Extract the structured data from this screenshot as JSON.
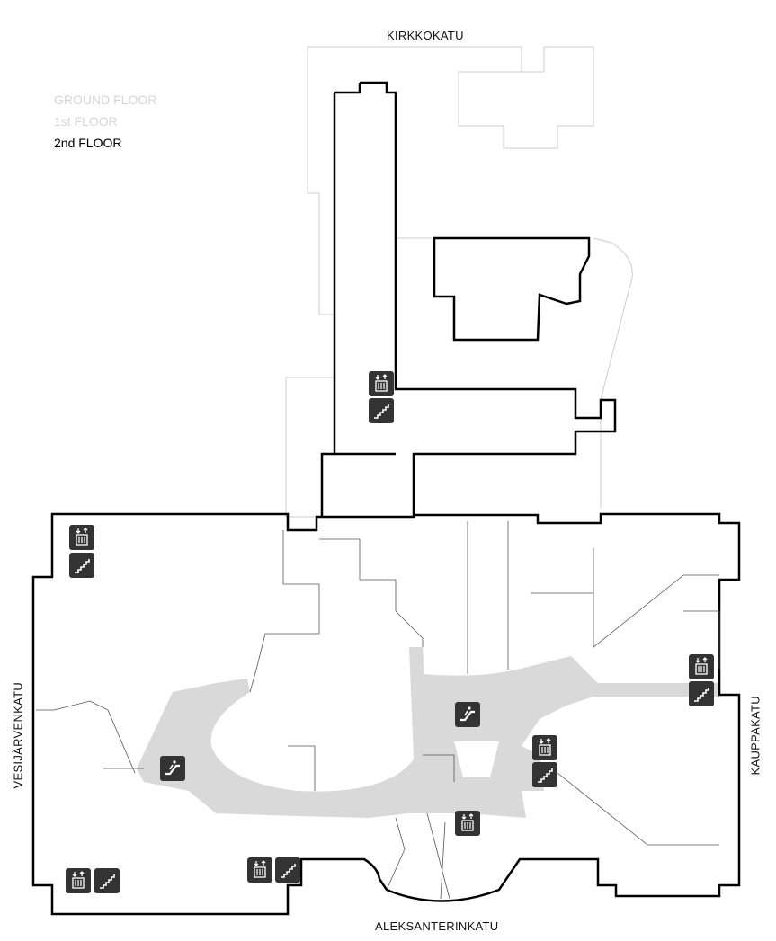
{
  "floors": [
    {
      "label": "GROUND FLOOR",
      "active": false
    },
    {
      "label": "1st FLOOR",
      "active": false
    },
    {
      "label": "2nd FLOOR",
      "active": true
    }
  ],
  "streets": {
    "north": "KIRKKOKATU",
    "south": "ALEKSANTERINKATU",
    "west": "VESIJÄRVENKATU",
    "east": "KAUPPAKATU"
  },
  "colors": {
    "outline": "#000000",
    "inactive_outline": "#cccccc",
    "corridor": "#d9d9d9",
    "icon_bg": "#333333",
    "inactive_floor_text": "#d6d6d6"
  },
  "icons": [
    {
      "type": "elevator-icon"
    },
    {
      "type": "stairs-icon"
    },
    {
      "type": "elevator-icon"
    },
    {
      "type": "stairs-icon"
    },
    {
      "type": "elevator-icon"
    },
    {
      "type": "stairs-icon"
    },
    {
      "type": "escalator-icon"
    },
    {
      "type": "elevator-icon"
    },
    {
      "type": "stairs-icon"
    },
    {
      "type": "escalator-icon"
    },
    {
      "type": "elevator-icon"
    },
    {
      "type": "elevator-icon"
    },
    {
      "type": "stairs-icon"
    },
    {
      "type": "elevator-icon"
    },
    {
      "type": "stairs-icon"
    }
  ]
}
